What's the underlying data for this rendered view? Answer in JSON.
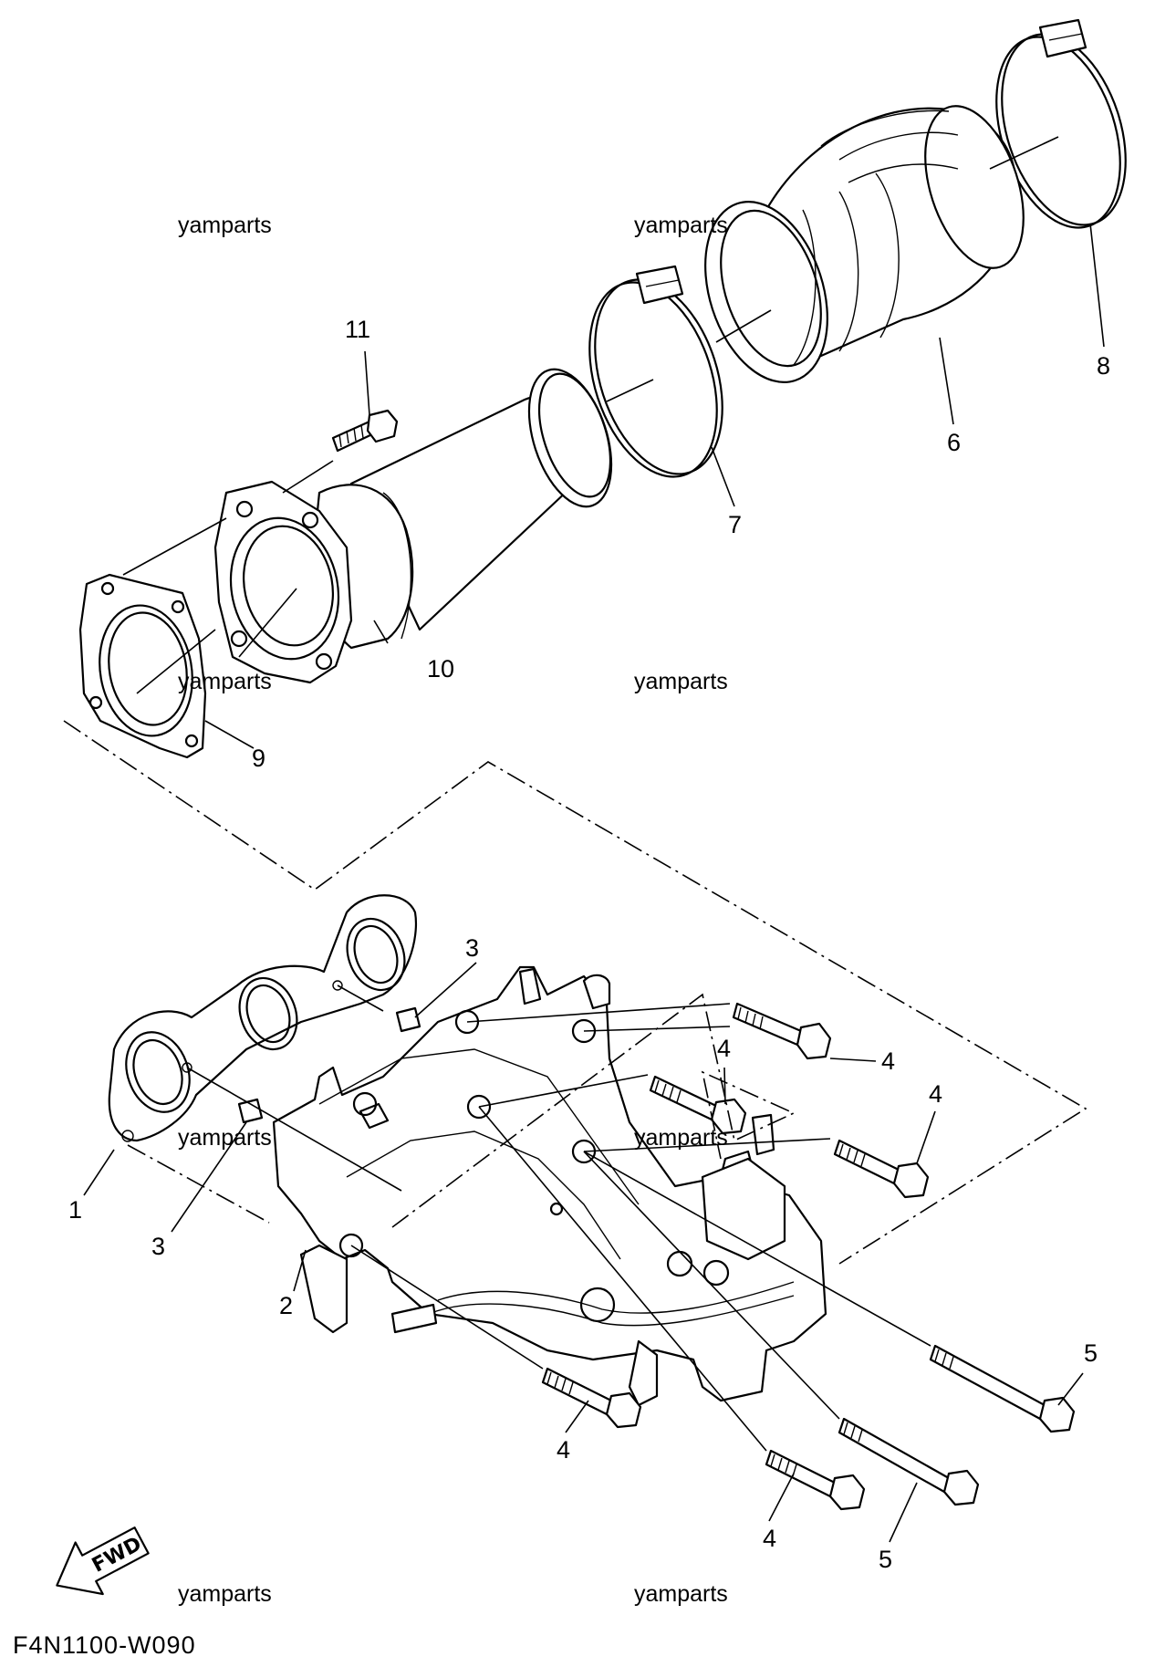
{
  "diagram_code": "F4N1100-W090",
  "watermark": "yamparts",
  "fwd_label": "FWD",
  "callouts": {
    "c1": "1",
    "c2": "2",
    "c3a": "3",
    "c3b": "3",
    "c4a": "4",
    "c4b": "4",
    "c4c": "4",
    "c4d": "4",
    "c4e": "4",
    "c5a": "5",
    "c5b": "5",
    "c6": "6",
    "c7": "7",
    "c8": "8",
    "c9": "9",
    "c10": "10",
    "c11": "11"
  },
  "watermarks": [
    "yamparts",
    "yamparts",
    "yamparts",
    "yamparts",
    "yamparts",
    "yamparts",
    "yamparts",
    "yamparts"
  ]
}
